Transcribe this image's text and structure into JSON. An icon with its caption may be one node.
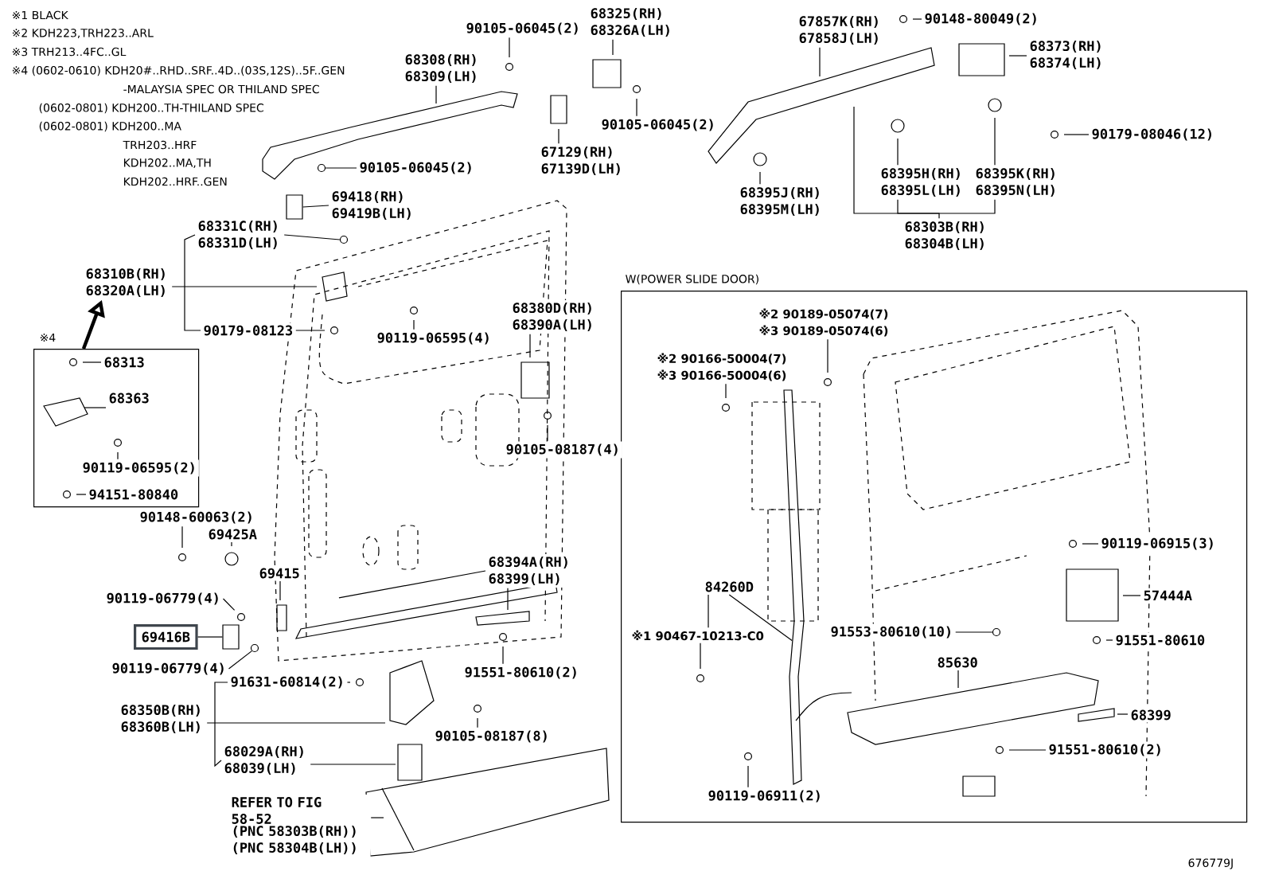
{
  "diagram": {
    "nodes": [
      {
        "text": [
          "※4"
        ]
      },
      {
        "text": [
          "68313"
        ],
        "in": 0
      },
      {
        "text": [
          "68363"
        ],
        "in": 0
      },
      {
        "text": [
          "90119-06595(2)"
        ],
        "in": 0
      },
      {
        "text": [
          "94151-80840"
        ],
        "in": 0
      },
      {
        "text": [
          "W(POWER SLIDE DOOR)"
        ]
      },
      {
        "text": [
          "※2 90189-05074(7)",
          "※3 90189-05074(6)"
        ],
        "in": 5
      },
      {
        "text": [
          "※2 90166-50004(7)",
          "※3 90166-50004(6)"
        ],
        "in": 5
      },
      {
        "text": [
          "84260D"
        ],
        "in": 5
      },
      {
        "text": [
          "※1 90467-10213-C0"
        ],
        "in": 5
      },
      {
        "text": [
          "90119-06911(2)"
        ],
        "in": 5
      },
      {
        "text": [
          "85630"
        ],
        "in": 5
      },
      {
        "text": [
          "91553-80610(10)"
        ],
        "in": 5
      },
      {
        "text": [
          "90119-06915(3)"
        ],
        "in": 5
      },
      {
        "text": [
          "57444A"
        ],
        "in": 5
      },
      {
        "text": [
          "91551-80610"
        ],
        "in": 5
      },
      {
        "text": [
          "68399"
        ],
        "in": 5
      },
      {
        "text": [
          "91551-80610(2)"
        ],
        "in": 5
      },
      {
        "text": [
          "90105-06045(2)"
        ]
      },
      {
        "text": [
          "68325(RH) 68326A(LH)"
        ]
      },
      {
        "text": [
          "68308(RH) 68309(LH)"
        ]
      },
      {
        "text": [
          "90105-06045(2)"
        ]
      },
      {
        "text": [
          "69418(RH) 69419B(LH)"
        ]
      },
      {
        "text": [
          "68331C(RH) 68331D(LH)"
        ]
      },
      {
        "text": [
          "68310B(RH) 68320A(LH)"
        ]
      },
      {
        "text": [
          "90179-08123"
        ]
      },
      {
        "text": [
          "90119-06595(4)"
        ]
      },
      {
        "text": [
          "68380D(RH) 68390A(LH)"
        ]
      },
      {
        "text": [
          "90105-08187(4)"
        ]
      },
      {
        "text": [
          "90148-60063(2)"
        ]
      },
      {
        "text": [
          "69425A"
        ]
      },
      {
        "text": [
          "69415"
        ]
      },
      {
        "text": [
          "68394A(RH) 68399(LH)"
        ]
      },
      {
        "text": [
          "90119-06779(4)"
        ]
      },
      {
        "text": [
          "69416B"
        ]
      },
      {
        "text": [
          "90119-06779(4)"
        ]
      },
      {
        "text": [
          "91631-60814(2)"
        ]
      },
      {
        "text": [
          "68350B(RH) 68360B(LH)"
        ]
      },
      {
        "text": [
          "68029A(RH) 68039(LH)"
        ]
      },
      {
        "text": [
          "REFER TO FIG 58-52",
          "(PNC 58303B(RH))",
          "(PNC 58304B(LH))"
        ]
      },
      {
        "text": [
          "90105-08187(8)"
        ]
      },
      {
        "text": [
          "91551-80610(2)"
        ]
      },
      {
        "text": [
          "67129(RH) 67139D(LH)"
        ]
      },
      {
        "text": [
          "90105-06045(2)"
        ]
      },
      {
        "text": [
          "67857K(RH) 67858J(LH)"
        ]
      },
      {
        "text": [
          "90148-80049(2)"
        ]
      },
      {
        "text": [
          "68373(RH) 68374(LH)"
        ]
      },
      {
        "text": [
          "90179-08046(12)"
        ]
      },
      {
        "text": [
          "68395J(RH) 68395M(LH)"
        ]
      },
      {
        "text": [
          "68395H(RH) 68395L(LH)"
        ]
      },
      {
        "text": [
          "68395K(RH) 68395N(LH)"
        ]
      },
      {
        "text": [
          "68303B(RH) 68304B(LH)"
        ]
      },
      {
        "text": [],
        "shape": "circle"
      },
      {
        "text": [],
        "shape": "box"
      },
      {
        "text": [],
        "shape": "circle"
      },
      {
        "text": [],
        "shape": "box"
      },
      {
        "text": [],
        "shape": "circle"
      },
      {
        "text": [],
        "shape": "circle",
        "in": 5
      }
    ],
    "edges": [
      {
        "from": 0,
        "to": 24,
        "arrow": "to",
        "style": "thick"
      },
      {
        "from": 1,
        "to": null,
        "arrow": "none"
      },
      {
        "from": 2,
        "to": null,
        "arrow": "none"
      },
      {
        "from": 3,
        "to": null,
        "arrow": "none"
      },
      {
        "from": 4,
        "to": null,
        "arrow": "none"
      },
      {
        "from": 6,
        "to": null,
        "arrow": "none"
      },
      {
        "from": 7,
        "to": null,
        "arrow": "none"
      },
      {
        "from": 8,
        "to": 9,
        "arrow": "none"
      },
      {
        "from": 8,
        "to": null,
        "arrow": "none"
      },
      {
        "from": 9,
        "to": null,
        "arrow": "none"
      },
      {
        "from": 10,
        "to": null,
        "arrow": "none"
      },
      {
        "from": 11,
        "to": null,
        "arrow": "none"
      },
      {
        "from": 12,
        "to": 57,
        "arrow": "none"
      },
      {
        "from": 13,
        "to": null,
        "arrow": "none"
      },
      {
        "from": 14,
        "to": null,
        "arrow": "none"
      },
      {
        "from": 15,
        "to": null,
        "arrow": "none"
      },
      {
        "from": 16,
        "to": null,
        "arrow": "none"
      },
      {
        "from": 17,
        "to": null,
        "arrow": "none"
      },
      {
        "from": 18,
        "to": null,
        "arrow": "none"
      },
      {
        "from": 19,
        "to": null,
        "arrow": "none"
      },
      {
        "from": 20,
        "to": null,
        "arrow": "none"
      },
      {
        "from": 21,
        "to": 52,
        "arrow": "none"
      },
      {
        "from": 22,
        "to": 53,
        "arrow": "none"
      },
      {
        "from": 23,
        "to": 54,
        "arrow": "none"
      },
      {
        "from": 24,
        "to": null,
        "arrow": "none"
      },
      {
        "from": 25,
        "to": null,
        "arrow": "none"
      },
      {
        "from": 26,
        "to": null,
        "arrow": "none"
      },
      {
        "from": 27,
        "to": null,
        "arrow": "none"
      },
      {
        "from": 28,
        "to": null,
        "arrow": "none"
      },
      {
        "from": 29,
        "to": null,
        "arrow": "none"
      },
      {
        "from": 30,
        "to": null,
        "arrow": "none"
      },
      {
        "from": 31,
        "to": null,
        "arrow": "none"
      },
      {
        "from": 32,
        "to": null,
        "arrow": "none"
      },
      {
        "from": 32,
        "to": null,
        "arrow": "none"
      },
      {
        "from": 33,
        "to": null,
        "arrow": "none"
      },
      {
        "from": 34,
        "to": 55,
        "arrow": "none"
      },
      {
        "from": 35,
        "to": 56,
        "arrow": "none"
      },
      {
        "from": 36,
        "to": null,
        "arrow": "none"
      },
      {
        "from": 37,
        "to": null,
        "arrow": "none"
      },
      {
        "from": 38,
        "to": null,
        "arrow": "none"
      },
      {
        "from": 39,
        "to": null,
        "arrow": "none"
      },
      {
        "from": 40,
        "to": null,
        "arrow": "none"
      },
      {
        "from": 41,
        "to": null,
        "arrow": "none"
      },
      {
        "from": 42,
        "to": null,
        "arrow": "none"
      },
      {
        "from": 43,
        "to": null,
        "arrow": "none"
      },
      {
        "from": 44,
        "to": null,
        "arrow": "none"
      },
      {
        "from": 45,
        "to": null,
        "arrow": "none"
      },
      {
        "from": 46,
        "to": null,
        "arrow": "none"
      },
      {
        "from": 47,
        "to": null,
        "arrow": "none"
      },
      {
        "from": 48,
        "to": null,
        "arrow": "none"
      },
      {
        "from": 49,
        "to": null,
        "arrow": "none"
      },
      {
        "from": 50,
        "to": null,
        "arrow": "none"
      },
      {
        "from": 51,
        "to": null,
        "arrow": "none"
      },
      {
        "from": 23,
        "to": 25,
        "arrow": "none"
      },
      {
        "from": 36,
        "to": 38,
        "arrow": "none"
      },
      {
        "from": 49,
        "to": 50,
        "arrow": "none"
      }
    ],
    "labels": [
      "※1 BLACK",
      "※2 KDH223,TRH223..ARL",
      "※3 TRH213..4FC..GL",
      "※4 (0602-0610) KDH20#..RHD..SRF..4D..(03S,12S)..5F..GEN",
      "-MALAYSIA SPEC OR THILAND SPEC",
      "(0602-0801) KDH200..TH-THILAND SPEC",
      "(0602-0801) KDH200..MA",
      "TRH203..HRF",
      "KDH202..MA,TH",
      "KDH202..HRF..GEN",
      "676779J"
    ]
  }
}
